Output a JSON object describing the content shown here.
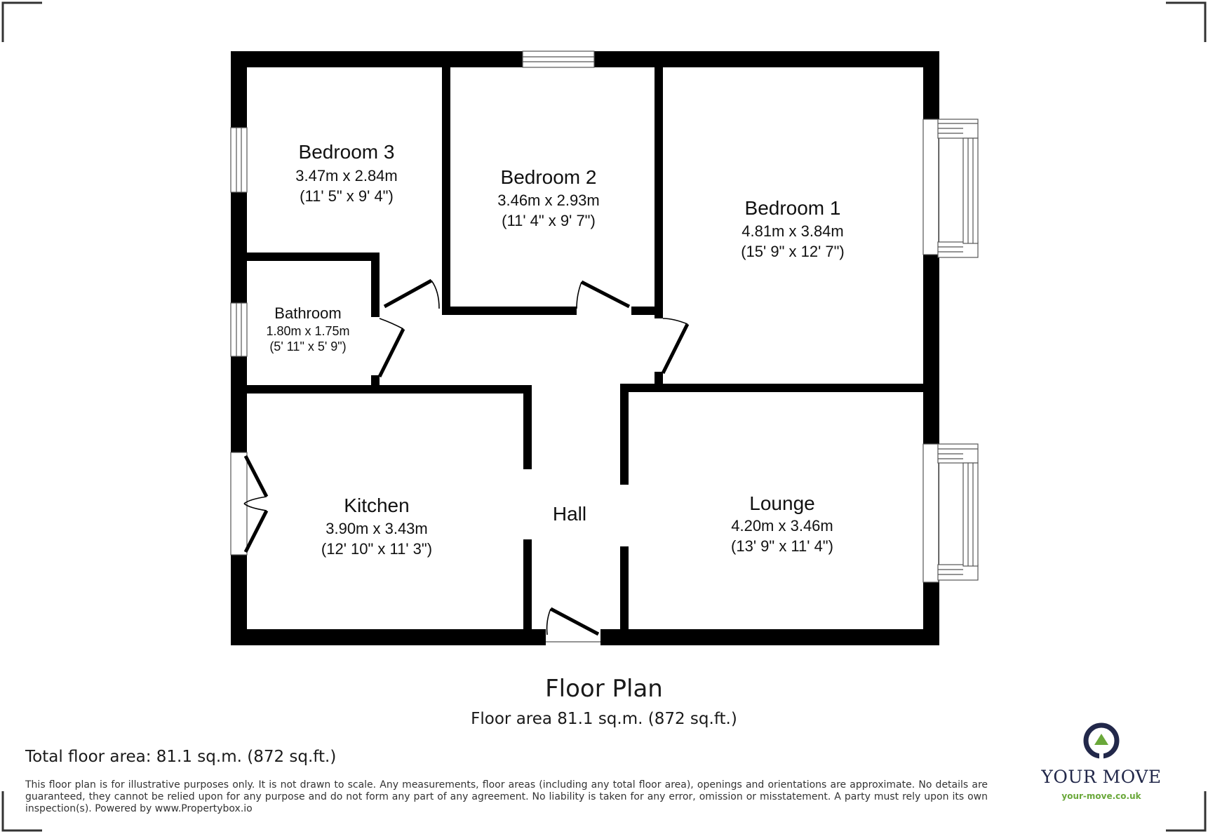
{
  "rooms": {
    "bedroom3": {
      "name": "Bedroom 3",
      "metric": "3.47m x 2.84m",
      "imperial": "(11' 5\" x 9' 4\")"
    },
    "bedroom2": {
      "name": "Bedroom 2",
      "metric": "3.46m x 2.93m",
      "imperial": "(11' 4\" x 9' 7\")"
    },
    "bedroom1": {
      "name": "Bedroom 1",
      "metric": "4.81m x 3.84m",
      "imperial": "(15' 9\" x 12' 7\")"
    },
    "bathroom": {
      "name": "Bathroom",
      "metric": "1.80m x 1.75m",
      "imperial": "(5' 11\" x 5' 9\")"
    },
    "kitchen": {
      "name": "Kitchen",
      "metric": "3.90m x 3.43m",
      "imperial": "(12' 10\" x 11' 3\")"
    },
    "hall": {
      "name": "Hall"
    },
    "lounge": {
      "name": "Lounge",
      "metric": "4.20m x 3.46m",
      "imperial": "(13' 9\" x 11' 4\")"
    }
  },
  "plan": {
    "title": "Floor Plan",
    "area": "Floor area 81.1 sq.m. (872 sq.ft.)"
  },
  "footer": {
    "total_area": "Total floor area: 81.1 sq.m. (872 sq.ft.)",
    "disclaimer": "This floor plan is for illustrative purposes only. It is not drawn to scale. Any measurements, floor areas (including any total floor area), openings and orientations are approximate. No details are guaranteed, they cannot be relied upon for any purpose and do not form any part of any agreement. No liability is taken for any error, omission or misstatement. A party must rely upon its own inspection(s). Powered by www.Propertybox.io"
  },
  "brand": {
    "name": "YOUR MOVE",
    "url": "your-move.co.uk",
    "colors": {
      "navy": "#22284a",
      "green": "#6aa83a"
    }
  }
}
